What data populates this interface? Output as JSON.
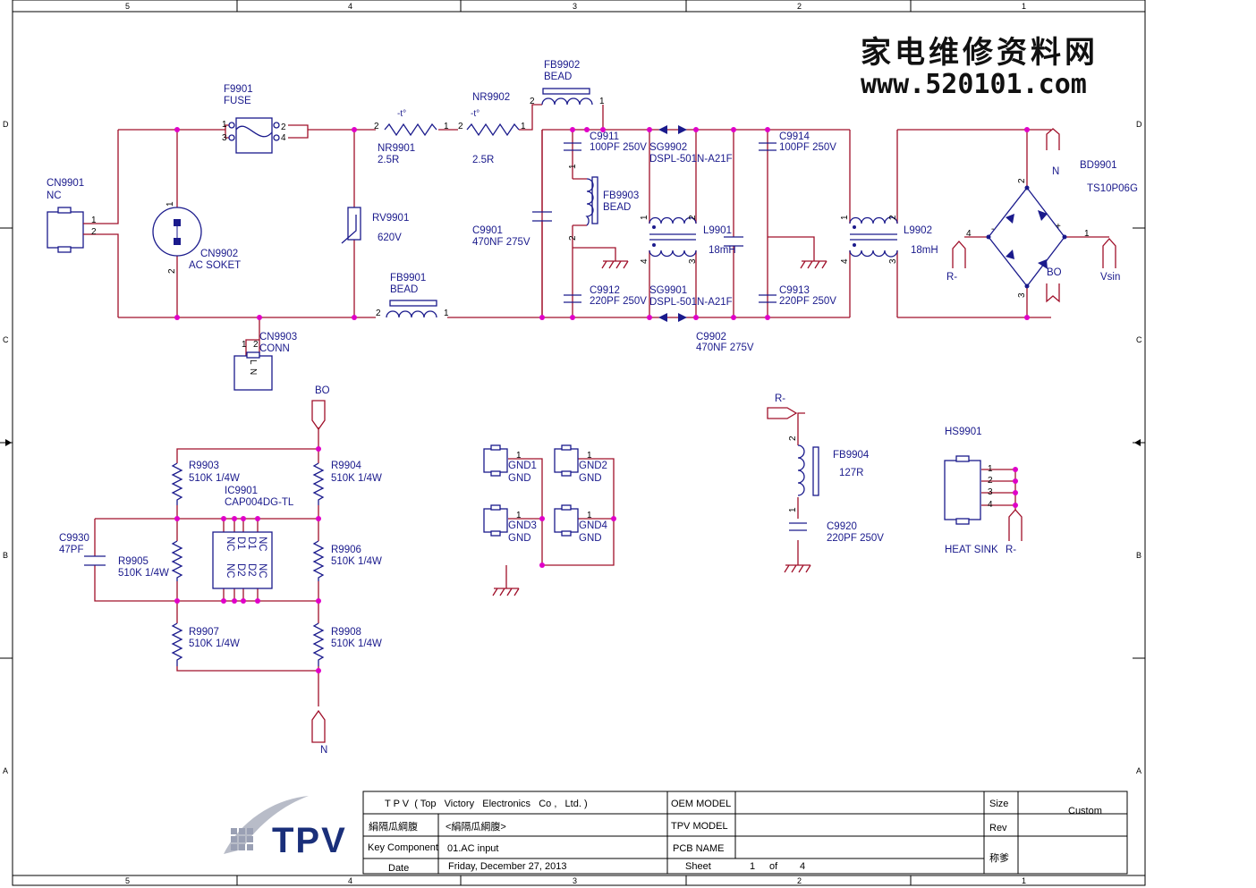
{
  "watermark": {
    "chinese": "家电维修资料网",
    "url": "www.520101.com"
  },
  "frame": {
    "top_columns": [
      "5",
      "4",
      "3",
      "2",
      "1"
    ],
    "bottom_columns": [
      "5",
      "4",
      "3",
      "2",
      "1"
    ],
    "left_rows": [
      "D",
      "C",
      "B",
      "A"
    ],
    "right_rows": [
      "D",
      "C",
      "B",
      "A"
    ]
  },
  "components": {
    "cn9901": {
      "ref": "CN9901",
      "value": "NC"
    },
    "cn9902": {
      "ref": "CN9902",
      "value": "AC SOKET"
    },
    "cn9903": {
      "ref": "CN9903",
      "value": "CONN"
    },
    "f9901": {
      "ref": "F9901",
      "value": "FUSE"
    },
    "rv9901": {
      "ref": "RV9901",
      "value": "620V"
    },
    "nr9901": {
      "ref": "NR9901",
      "value": "2.5R"
    },
    "nr9902": {
      "ref": "NR9902",
      "value": "2.5R"
    },
    "fb9901": {
      "ref": "FB9901",
      "value": "BEAD"
    },
    "fb9902": {
      "ref": "FB9902",
      "value": "BEAD"
    },
    "fb9903": {
      "ref": "FB9903",
      "value": "BEAD"
    },
    "fb9904": {
      "ref": "FB9904",
      "value": "127R"
    },
    "c9901": {
      "ref": "C9901",
      "value": "470NF 275V"
    },
    "c9902": {
      "ref": "C9902",
      "value": "470NF 275V"
    },
    "c9911": {
      "ref": "C9911",
      "value": "100PF 250V"
    },
    "c9912": {
      "ref": "C9912",
      "value": "220PF 250V"
    },
    "c9913": {
      "ref": "C9913",
      "value": "220PF 250V"
    },
    "c9914": {
      "ref": "C9914",
      "value": "100PF 250V"
    },
    "c9920": {
      "ref": "C9920",
      "value": "220PF 250V"
    },
    "c9930": {
      "ref": "C9930",
      "value": "47PF"
    },
    "sg9901": {
      "ref": "SG9901",
      "value": "DSPL-501N-A21F"
    },
    "sg9902": {
      "ref": "SG9902",
      "value": "DSPL-501N-A21F"
    },
    "l9901": {
      "ref": "L9901",
      "value": "18mH"
    },
    "l9902": {
      "ref": "L9902",
      "value": "18mH"
    },
    "bd9901": {
      "ref": "BD9901",
      "value": "TS10P06G"
    },
    "hs9901": {
      "ref": "HS9901",
      "value": "HEAT SINK"
    },
    "ic9901": {
      "ref": "IC9901",
      "value": "CAP004DG-TL",
      "pins_top": [
        "NC",
        "D1",
        "D1",
        "NC"
      ],
      "pins_bottom": [
        "NC",
        "D2",
        "D2",
        "NC"
      ]
    },
    "r9903": {
      "ref": "R9903",
      "value": "510K 1/4W"
    },
    "r9904": {
      "ref": "R9904",
      "value": "510K 1/4W"
    },
    "r9905": {
      "ref": "R9905",
      "value": "510K 1/4W"
    },
    "r9906": {
      "ref": "R9906",
      "value": "510K 1/4W"
    },
    "r9907": {
      "ref": "R9907",
      "value": "510K 1/4W"
    },
    "r9908": {
      "ref": "R9908",
      "value": "510K 1/4W"
    },
    "gnd1": {
      "ref": "GND1",
      "value": "GND"
    },
    "gnd2": {
      "ref": "GND2",
      "value": "GND"
    },
    "gnd3": {
      "ref": "GND3",
      "value": "GND"
    },
    "gnd4": {
      "ref": "GND4",
      "value": "GND"
    }
  },
  "nets": {
    "n": "N",
    "bo": "BO",
    "r_minus": "R-",
    "vsin": "Vsin",
    "plus": "+",
    "minus": "-"
  },
  "title_block": {
    "company": "T P V  ( Top   Victory   Electronics   Co ,   Ltd. )",
    "title_label": "絹隔瓜綱腹",
    "title_value": "<絹隔瓜綱腹>",
    "key_component_label": "Key Component",
    "key_component_value": "01.AC input",
    "date_label": "Date",
    "date_value": "Friday, December 27, 2013",
    "oem_model_label": "OEM MODEL",
    "tpv_model_label": "TPV MODEL",
    "pcb_name_label": "PCB NAME",
    "sheet_label": "Sheet",
    "sheet_number": "1",
    "sheet_of": "of",
    "sheet_total": "4",
    "size_label": "Size",
    "size_value": "Custom",
    "rev_label": "Rev",
    "cn_label": "称爹",
    "logo_text": "TPV"
  },
  "colors": {
    "wire": "#a0102a",
    "component": "#1a1a8c",
    "junction": "#e000c8",
    "logo": "#1a2f7a"
  }
}
